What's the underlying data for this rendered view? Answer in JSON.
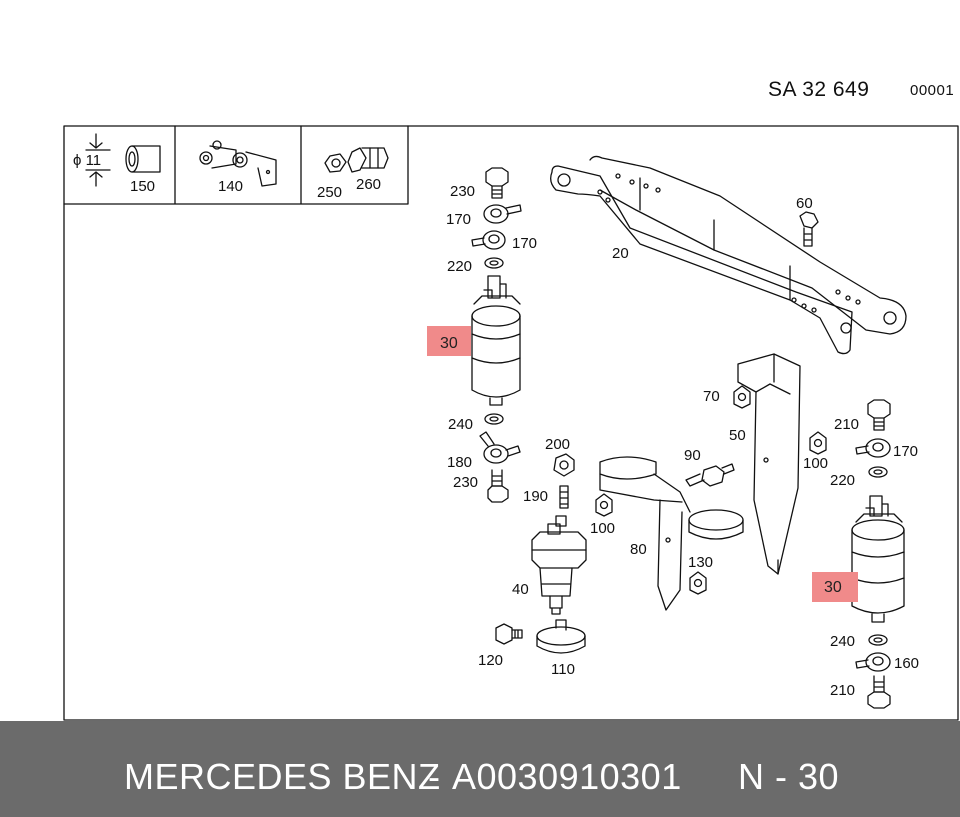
{
  "header": {
    "drawing_code": "SA  32 649",
    "sheet": "00001"
  },
  "inset": {
    "diameter_label": "ϕ 11",
    "labels": [
      "150",
      "140",
      "250",
      "260"
    ]
  },
  "parts": {
    "l230a": "230",
    "l170a": "170",
    "l170b": "170",
    "l220a": "220",
    "l30a": "30",
    "l240a": "240",
    "l180": "180",
    "l230b": "230",
    "l200": "200",
    "l190": "190",
    "l100a": "100",
    "l40": "40",
    "l120": "120",
    "l110": "110",
    "l80": "80",
    "l90": "90",
    "l130": "130",
    "l70": "70",
    "l50": "50",
    "l20": "20",
    "l60": "60",
    "l210a": "210",
    "l170c": "170",
    "l100b": "100",
    "l220b": "220",
    "l30b": "30",
    "l240b": "240",
    "l160": "160",
    "l210b": "210"
  },
  "footer": {
    "brand": "MERCEDES BENZ",
    "separator": "-",
    "part_number": "A0030910301",
    "position": "N - 30"
  },
  "colors": {
    "highlight": "#f08a8a",
    "footer_bg": "#6b6b6b"
  }
}
